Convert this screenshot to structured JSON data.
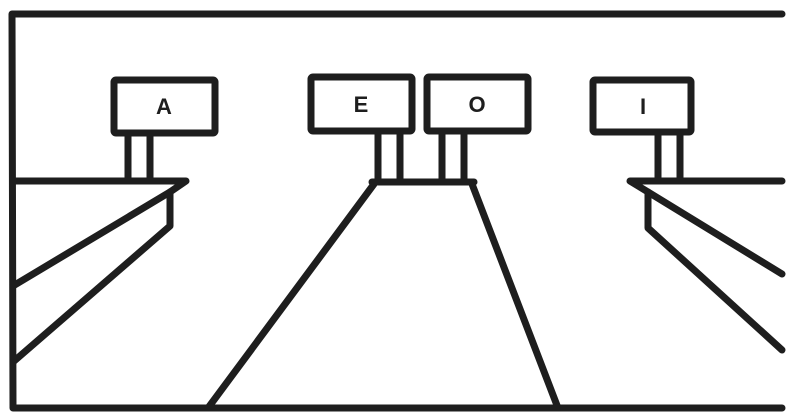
{
  "signs": [
    {
      "id": "a",
      "label": "A"
    },
    {
      "id": "e",
      "label": "E"
    },
    {
      "id": "o",
      "label": "O"
    },
    {
      "id": "i",
      "label": "I"
    }
  ]
}
